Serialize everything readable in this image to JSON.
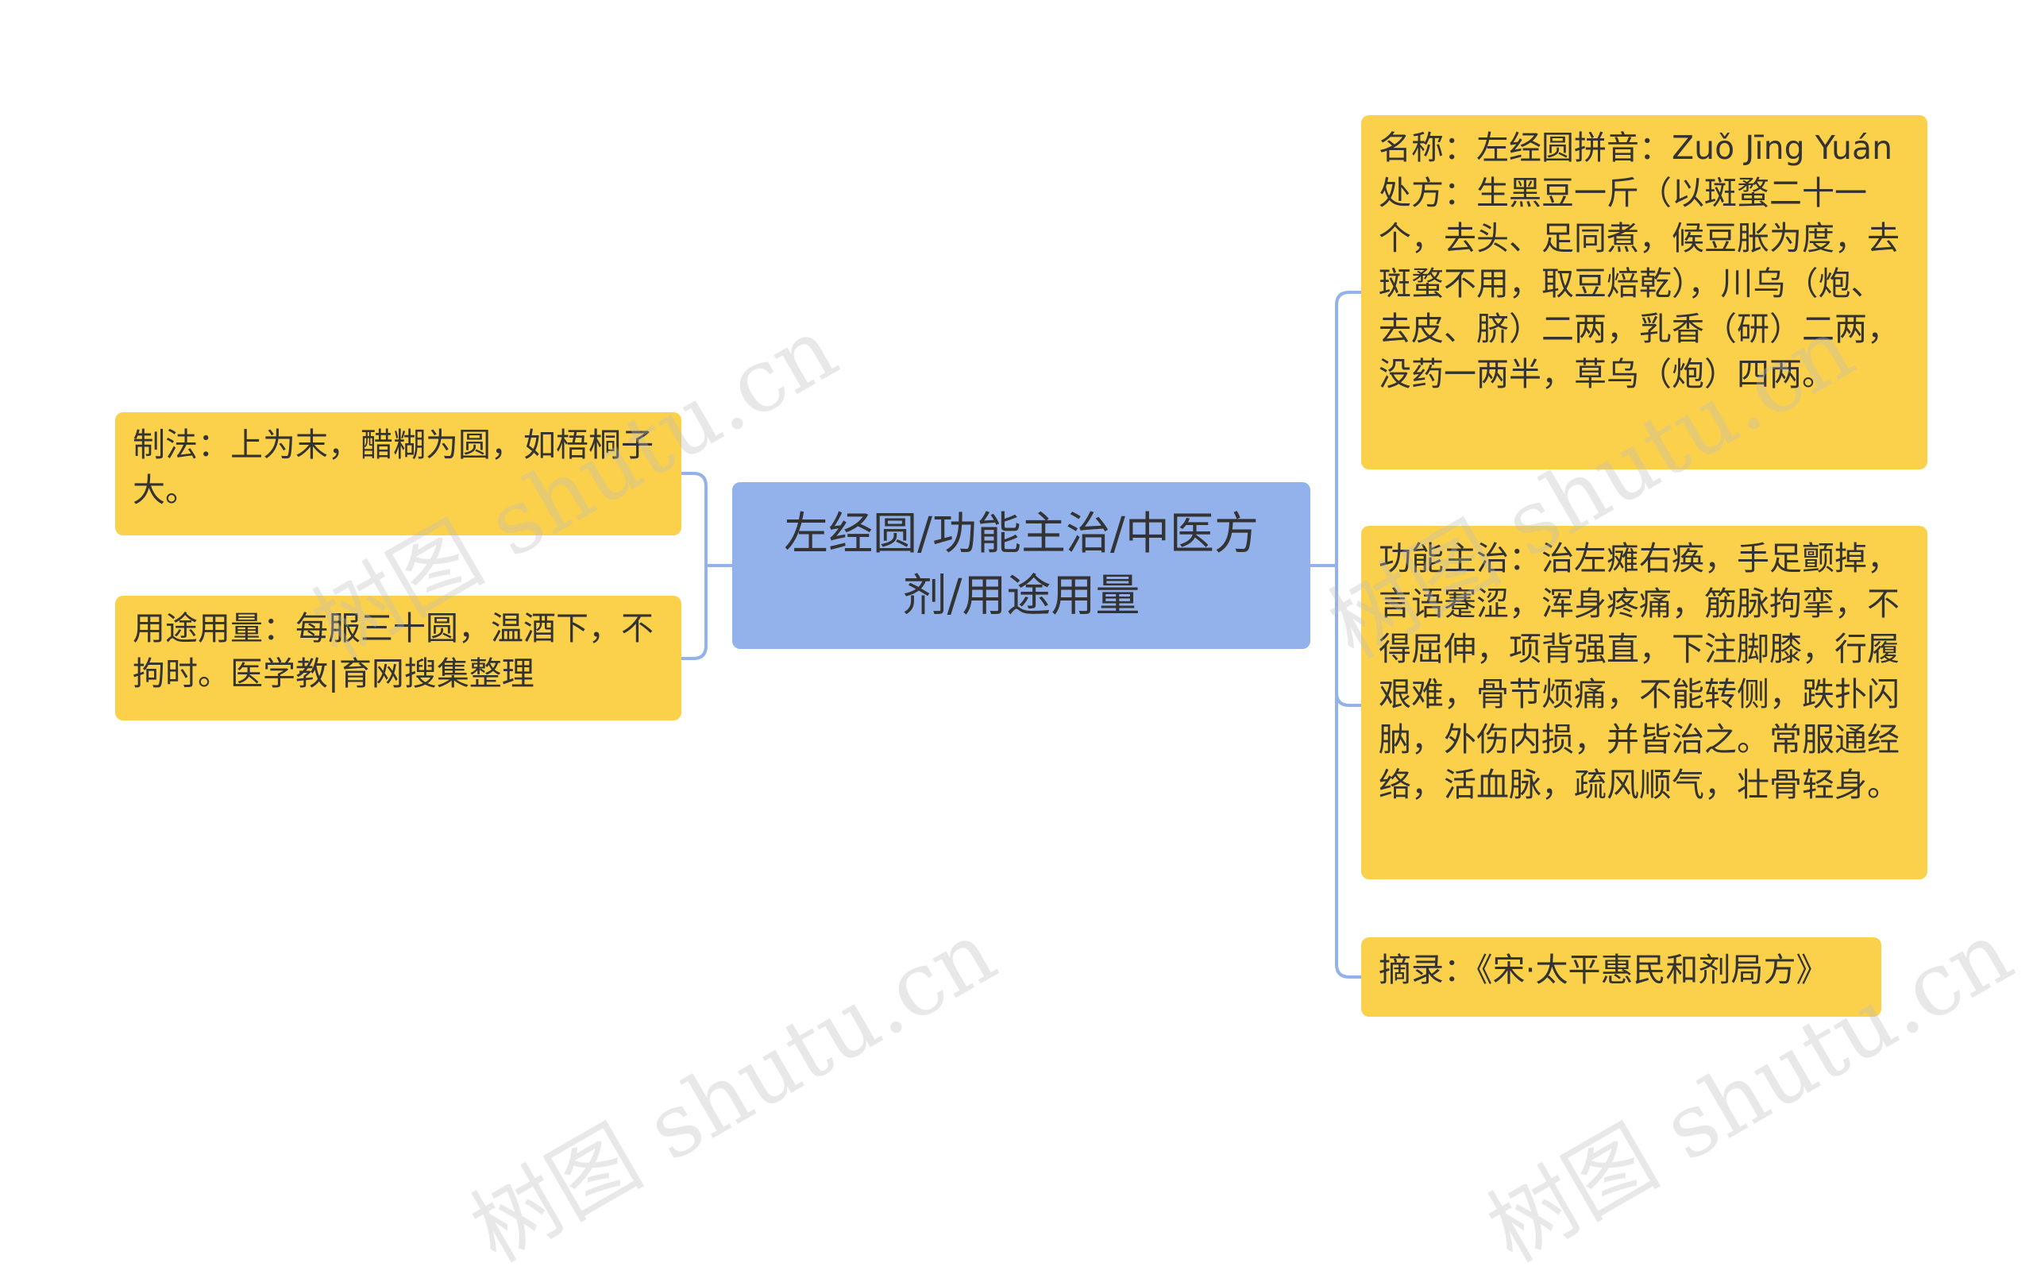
{
  "colors": {
    "root_fill": "#93b2eb",
    "node_fill": "#fbd14b",
    "line": "#93b2eb",
    "text": "#333333"
  },
  "root": {
    "text": "左经圆/功能主治/中医方剂/用途用量"
  },
  "left_nodes": [
    {
      "text": "制法：上为末，醋糊为圆，如梧桐子大。"
    },
    {
      "text": "用途用量：每服三十圆，温酒下，不拘时。医学教|育网搜集整理"
    }
  ],
  "right_nodes": [
    {
      "text": "名称：左经圆拼音：Zuǒ Jīng Yuán处方：生黑豆一斤（以斑蝥二十一个，去头、足同煮，候豆胀为度，去斑蝥不用，取豆焙乾），川乌（炮、去皮、脐）二两，乳香（研）二两，没药一两半，草乌（炮）四两。"
    },
    {
      "text": "功能主治：治左瘫右痪，手足颤掉，言语蹇涩，浑身疼痛，筋脉拘挛，不得屈伸，项背强直，下注脚膝，行履艰难，骨节烦痛，不能转侧，跌扑闪肭，外伤内损，并皆治之。常服通经络，活血脉，疏风顺气，壮骨轻身。"
    },
    {
      "text": "摘录：《宋·太平惠民和剂局方》"
    }
  ],
  "watermark": {
    "text": "树图 shutu.cn"
  }
}
